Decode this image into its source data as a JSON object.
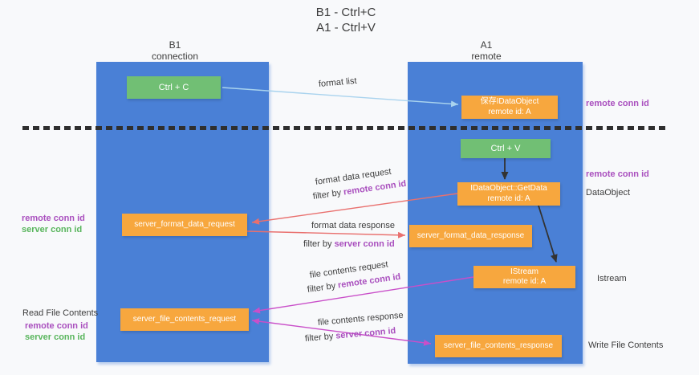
{
  "title": {
    "line1": "B1 - Ctrl+C",
    "line2": "A1 - Ctrl+V"
  },
  "lanes": {
    "left": {
      "name": "B1",
      "role": "connection"
    },
    "right": {
      "name": "A1",
      "role": "remote"
    }
  },
  "nodes": {
    "ctrl_c": {
      "label": "Ctrl + C"
    },
    "ctrl_v": {
      "label": "Ctrl + V"
    },
    "save_idataobject": {
      "line1": "保存IDataObject",
      "line2": "remote id: A"
    },
    "getdata": {
      "line1": "IDataObject::GetData",
      "line2": "remote id: A"
    },
    "istream": {
      "line1": "IStream",
      "line2": "remote id: A"
    },
    "server_format_data_request": {
      "label": "server_format_data_request"
    },
    "server_format_data_response": {
      "label": "server_format_data_response"
    },
    "server_file_contents_request": {
      "label": "server_file_contents_request"
    },
    "server_file_contents_response": {
      "label": "server_file_contents_response"
    }
  },
  "arrow_labels": {
    "format_list": "format list",
    "format_data_request": "format data request",
    "format_data_response": "format data response",
    "file_contents_request": "file contents request",
    "file_contents_response": "file contents response",
    "filter_by": "filter by",
    "remote_conn_id": "remote conn id",
    "server_conn_id": "server conn id"
  },
  "side_labels": {
    "remote_conn_id": "remote conn id",
    "server_conn_id": "server conn id",
    "dataobject": "DataObject",
    "istream": "Istream",
    "read_file_contents": "Read File Contents",
    "write_file_contents": "Write File Contents"
  },
  "colors": {
    "bg": "#f8f9fb",
    "lane_blue": "#4a80d6",
    "node_orange": "#f7a73e",
    "node_green": "#71bf74",
    "text_dark": "#3d3d3d",
    "purple": "#a94fbe",
    "green_text": "#58b55c",
    "arrow_blue": "#a9d3ee",
    "arrow_red": "#e9706e",
    "arrow_magenta": "#c94fc9",
    "arrow_black": "#333333",
    "dash": "#2f2f2f"
  }
}
